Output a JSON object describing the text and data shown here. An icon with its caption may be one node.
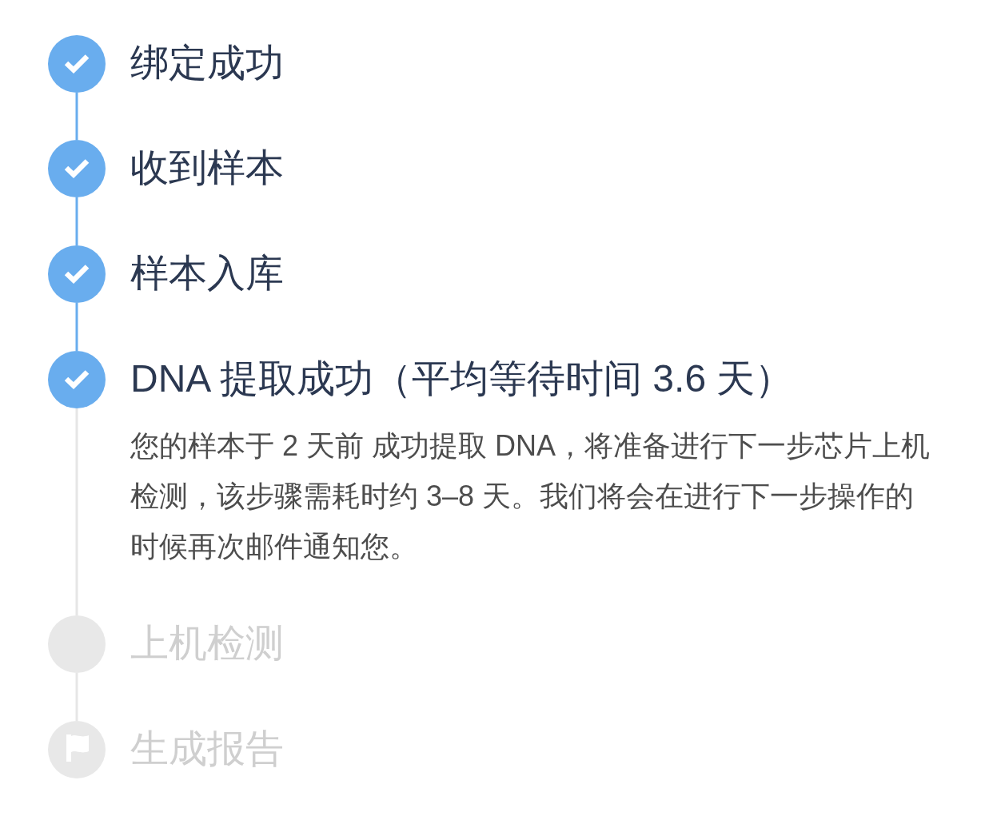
{
  "diagram": {
    "nodes": [
      {
        "text": [],
        "shape": "circle",
        "beside": [
          "绑定成功"
        ]
      },
      {
        "text": [],
        "shape": "circle",
        "beside": [
          "收到样本"
        ]
      },
      {
        "text": [],
        "shape": "circle",
        "beside": [
          "样本入库"
        ]
      },
      {
        "text": [],
        "shape": "circle",
        "beside": [
          "DNA 提取成功（平均等待时间 3.6 天）",
          "您的样本于 2 天前 成功提取 DNA，将准备进行下一步芯片上机检测，该步骤需耗时约 3–8 天。我们将会在进行下一步操作的时候再次邮件通知您。"
        ]
      },
      {
        "text": [],
        "shape": "circle",
        "beside": [
          "上机检测"
        ]
      },
      {
        "text": [],
        "shape": "circle",
        "beside": [
          "生成报告"
        ]
      }
    ],
    "edges": [
      {
        "from": 0,
        "to": 1,
        "arrow": "none"
      },
      {
        "from": 1,
        "to": 2,
        "arrow": "none"
      },
      {
        "from": 2,
        "to": 3,
        "arrow": "none"
      },
      {
        "from": 3,
        "to": 4,
        "arrow": "none",
        "color": "#e6e6e6"
      },
      {
        "from": 4,
        "to": 5,
        "arrow": "none",
        "color": "#e6e6e6"
      }
    ]
  }
}
